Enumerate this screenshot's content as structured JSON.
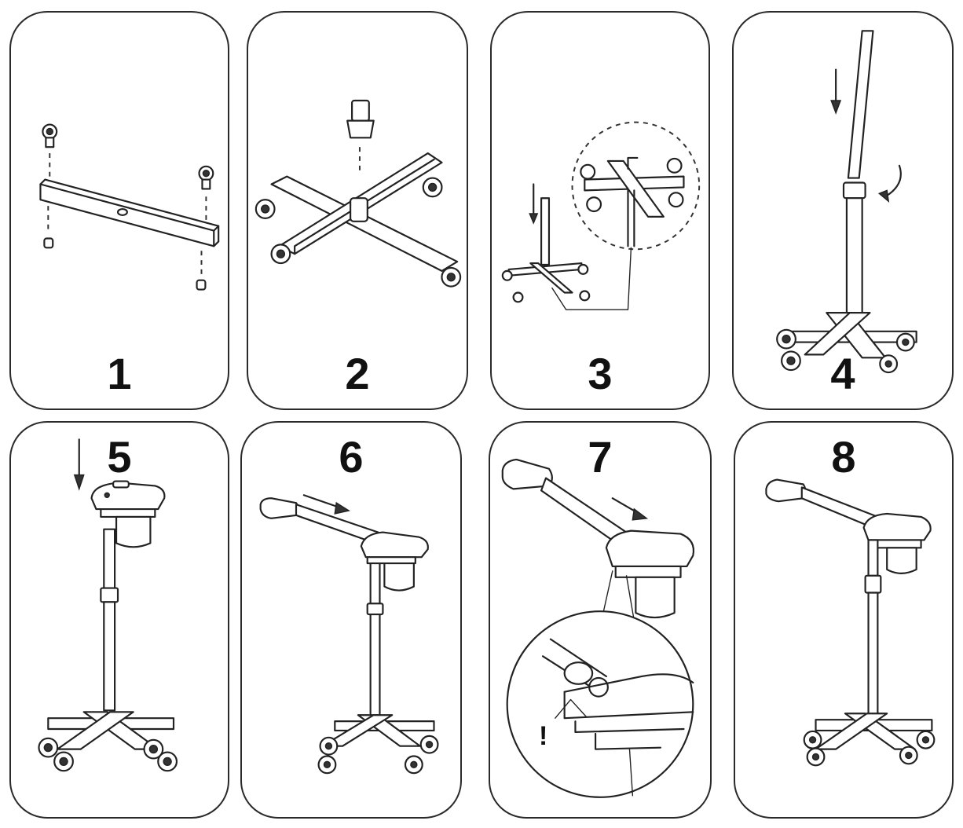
{
  "panels": [
    {
      "step": "1"
    },
    {
      "step": "2"
    },
    {
      "step": "3"
    },
    {
      "step": "4"
    },
    {
      "step": "5"
    },
    {
      "step": "6"
    },
    {
      "step": "7",
      "warning_mark": "!"
    },
    {
      "step": "8"
    }
  ]
}
